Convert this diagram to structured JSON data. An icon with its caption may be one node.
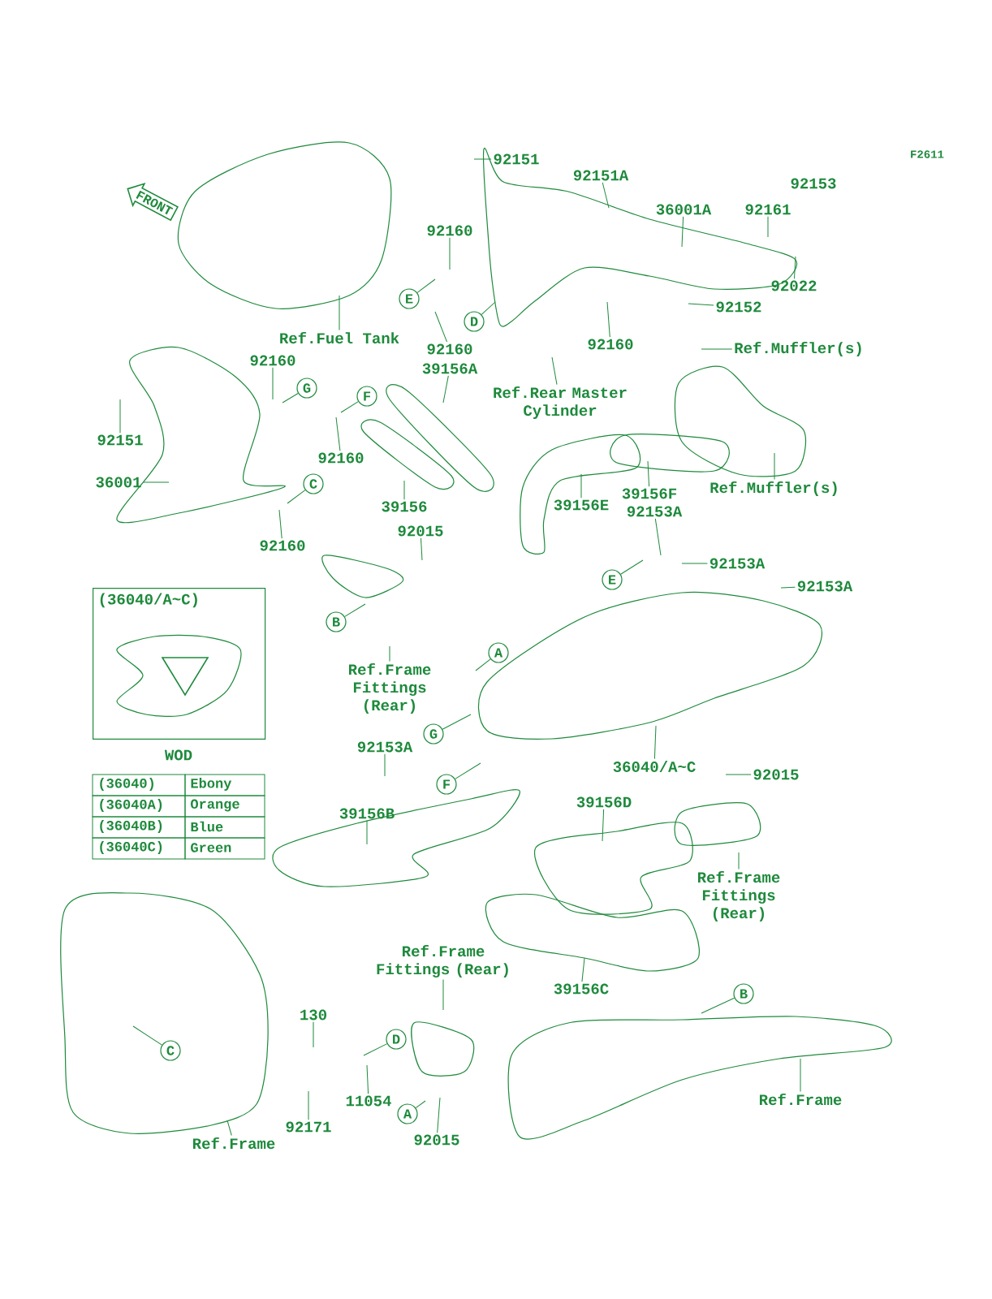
{
  "diagram": {
    "nodes": [
      {
        "text": [
          "92151"
        ]
      },
      {
        "text": [
          "92151A"
        ]
      },
      {
        "text": [
          "36001A"
        ]
      },
      {
        "text": [
          "92161"
        ]
      },
      {
        "text": [
          "92153"
        ]
      },
      {
        "text": [
          "92160"
        ]
      },
      {
        "text": [
          "92022"
        ]
      },
      {
        "text": [
          "E"
        ]
      },
      {
        "text": [
          "92152"
        ]
      },
      {
        "text": [
          "D"
        ]
      },
      {
        "text": [
          "Ref.Fuel Tank"
        ]
      },
      {
        "text": [
          "92160"
        ]
      },
      {
        "text": [
          "Ref.Muffler(s)"
        ]
      },
      {
        "text": [
          "92160"
        ]
      },
      {
        "text": [
          "39156A"
        ]
      },
      {
        "text": [
          "92160"
        ]
      },
      {
        "text": [
          "G"
        ]
      },
      {
        "text": [
          "F"
        ]
      },
      {
        "text": [
          "Ref.Rear Master Cylinder"
        ]
      },
      {
        "text": [
          "92151"
        ]
      },
      {
        "text": [
          "92160"
        ]
      },
      {
        "text": [
          "36001"
        ]
      },
      {
        "text": [
          "C"
        ]
      },
      {
        "text": [
          "Ref.Muffler(s)"
        ]
      },
      {
        "text": [
          "39156F"
        ]
      },
      {
        "text": [
          "39156"
        ]
      },
      {
        "text": [
          "39156E"
        ]
      },
      {
        "text": [
          "92153A"
        ]
      },
      {
        "text": [
          "92015"
        ]
      },
      {
        "text": [
          "92160"
        ]
      },
      {
        "text": [
          "92153A"
        ]
      },
      {
        "text": [
          "E"
        ]
      },
      {
        "text": [
          "92153A"
        ]
      },
      {
        "text": [
          "(36040/A~C)"
        ],
        "beside": [
          "WOD"
        ]
      },
      {
        "text": [
          "B"
        ]
      },
      {
        "text": [
          "A"
        ]
      },
      {
        "text": [
          "Ref.Frame Fittings (Rear)"
        ]
      },
      {
        "text": [
          "G"
        ]
      },
      {
        "text": [
          "92153A"
        ]
      },
      {
        "text": [
          "36040/A~C"
        ]
      },
      {
        "text": [
          "92015"
        ]
      },
      {
        "text": [
          "F"
        ]
      },
      {
        "text": [
          "39156D"
        ]
      },
      {
        "text": [
          "39156B"
        ]
      },
      {
        "text": [
          "Ref.Frame Fittings (Rear)"
        ]
      },
      {
        "text": [
          "Ref.Frame Fittings (Rear)"
        ]
      },
      {
        "text": [
          "39156C"
        ]
      },
      {
        "text": [
          "B"
        ]
      },
      {
        "text": [
          "130"
        ]
      },
      {
        "text": [
          "D"
        ]
      },
      {
        "text": [
          "C"
        ]
      },
      {
        "text": [
          "11054"
        ]
      },
      {
        "text": [
          "Ref.Frame"
        ]
      },
      {
        "text": [
          "A"
        ]
      },
      {
        "text": [
          "92171"
        ]
      },
      {
        "text": [
          "92015"
        ]
      },
      {
        "text": [
          "Ref.Frame"
        ]
      }
    ],
    "edges": [
      {
        "from": 0,
        "to": null,
        "arrow": "none"
      },
      {
        "from": 1,
        "to": null,
        "arrow": "none"
      },
      {
        "from": 2,
        "to": null,
        "arrow": "none"
      },
      {
        "from": 3,
        "to": null,
        "arrow": "none"
      },
      {
        "from": 5,
        "to": null,
        "arrow": "none"
      },
      {
        "from": 6,
        "to": null,
        "arrow": "none"
      },
      {
        "from": 7,
        "to": null,
        "arrow": "none"
      },
      {
        "from": 8,
        "to": null,
        "arrow": "none"
      },
      {
        "from": 9,
        "to": null,
        "arrow": "none"
      },
      {
        "from": 10,
        "to": null,
        "arrow": "none"
      },
      {
        "from": 11,
        "to": null,
        "arrow": "none"
      },
      {
        "from": 12,
        "to": null,
        "arrow": "none"
      },
      {
        "from": 13,
        "to": null,
        "arrow": "none"
      },
      {
        "from": 14,
        "to": null,
        "arrow": "none"
      },
      {
        "from": 15,
        "to": null,
        "arrow": "none"
      },
      {
        "from": 16,
        "to": null,
        "arrow": "none"
      },
      {
        "from": 17,
        "to": null,
        "arrow": "none"
      },
      {
        "from": 18,
        "to": null,
        "arrow": "none"
      },
      {
        "from": 19,
        "to": null,
        "arrow": "none"
      },
      {
        "from": 20,
        "to": null,
        "arrow": "none"
      },
      {
        "from": 21,
        "to": null,
        "arrow": "none"
      },
      {
        "from": 22,
        "to": null,
        "arrow": "none"
      },
      {
        "from": 23,
        "to": null,
        "arrow": "none"
      },
      {
        "from": 24,
        "to": null,
        "arrow": "none"
      },
      {
        "from": 25,
        "to": null,
        "arrow": "none"
      },
      {
        "from": 26,
        "to": null,
        "arrow": "none"
      },
      {
        "from": 27,
        "to": null,
        "arrow": "none"
      },
      {
        "from": 28,
        "to": null,
        "arrow": "none"
      },
      {
        "from": 29,
        "to": null,
        "arrow": "none"
      },
      {
        "from": 30,
        "to": null,
        "arrow": "none"
      },
      {
        "from": 31,
        "to": null,
        "arrow": "none"
      },
      {
        "from": 32,
        "to": null,
        "arrow": "none"
      },
      {
        "from": 34,
        "to": null,
        "arrow": "none"
      },
      {
        "from": 35,
        "to": null,
        "arrow": "none"
      },
      {
        "from": 36,
        "to": null,
        "arrow": "none"
      },
      {
        "from": 37,
        "to": null,
        "arrow": "none"
      },
      {
        "from": 38,
        "to": null,
        "arrow": "none"
      },
      {
        "from": 39,
        "to": null,
        "arrow": "none"
      },
      {
        "from": 40,
        "to": null,
        "arrow": "none"
      },
      {
        "from": 41,
        "to": null,
        "arrow": "none"
      },
      {
        "from": 42,
        "to": null,
        "arrow": "none"
      },
      {
        "from": 43,
        "to": null,
        "arrow": "none"
      },
      {
        "from": 44,
        "to": null,
        "arrow": "none"
      },
      {
        "from": 45,
        "to": null,
        "arrow": "none"
      },
      {
        "from": 46,
        "to": null,
        "arrow": "none"
      },
      {
        "from": 47,
        "to": null,
        "arrow": "none"
      },
      {
        "from": 48,
        "to": null,
        "arrow": "none"
      },
      {
        "from": 49,
        "to": null,
        "arrow": "none"
      },
      {
        "from": 50,
        "to": null,
        "arrow": "none"
      },
      {
        "from": 51,
        "to": null,
        "arrow": "none"
      },
      {
        "from": 52,
        "to": null,
        "arrow": "none"
      },
      {
        "from": 53,
        "to": null,
        "arrow": "none"
      },
      {
        "from": 54,
        "to": null,
        "arrow": "none"
      },
      {
        "from": 55,
        "to": null,
        "arrow": "none"
      },
      {
        "from": 56,
        "to": null,
        "arrow": "none"
      }
    ],
    "labels": [
      "FRONT",
      "F2611",
      "(36040)",
      "Ebony",
      "(36040A)",
      "Orange",
      "(36040B)",
      "Blue",
      "(36040C)",
      "Green"
    ]
  }
}
